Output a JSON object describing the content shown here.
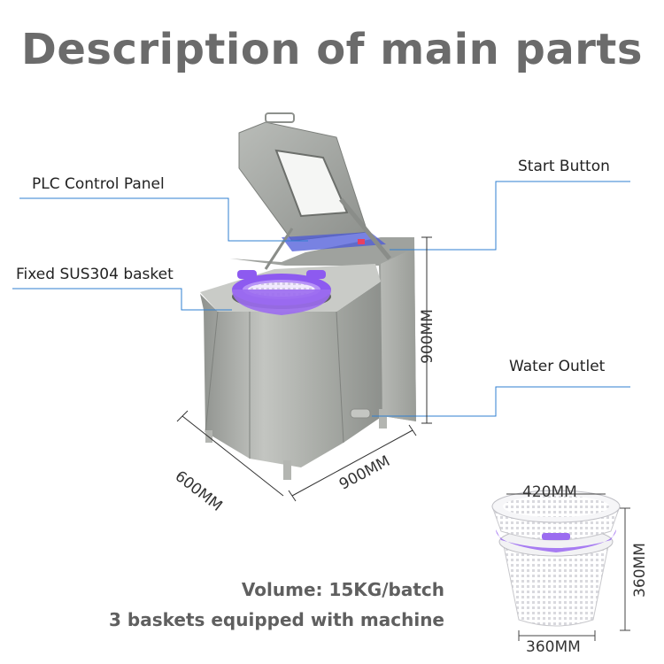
{
  "title": "Description of main parts",
  "callouts": {
    "plc": "PLC Control Panel",
    "basket": "Fixed SUS304 basket",
    "start": "Start Button",
    "water": "Water Outlet"
  },
  "dimensions": {
    "height": "900MM",
    "depth": "600MM",
    "width": "900MM",
    "basket_top": "420MM",
    "basket_height": "360MM",
    "basket_bottom": "360MM"
  },
  "info": {
    "volume": "Volume: 15KG/batch",
    "baskets": "3 baskets equipped with machine"
  },
  "colors": {
    "steel": "#a9aca8",
    "basket_purple": "#9b6cf0",
    "leader_line": "#2f7fd0",
    "title": "#6b6b6b"
  }
}
